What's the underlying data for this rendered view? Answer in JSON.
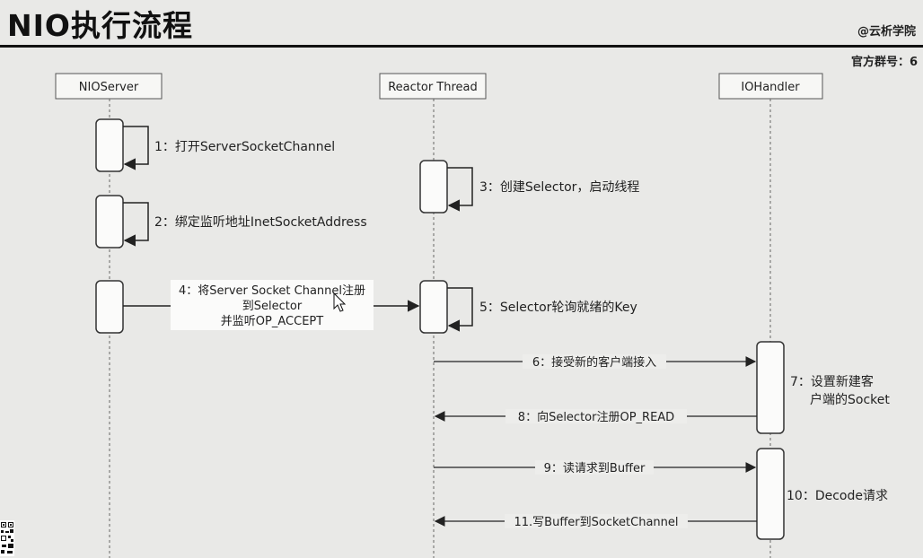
{
  "header": {
    "title": "NIO执行流程",
    "brand": "@云析学院",
    "group": "官方群号：6"
  },
  "diagram": {
    "lifelines": [
      {
        "id": "nio",
        "label": "NIOServer"
      },
      {
        "id": "reactor",
        "label": "Reactor Thread"
      },
      {
        "id": "io",
        "label": "IOHandler"
      }
    ],
    "self_calls": [
      {
        "id": "s1",
        "label": "1：打开ServerSocketChannel"
      },
      {
        "id": "s2",
        "label": "2：绑定监听地址InetSocketAddress"
      },
      {
        "id": "s3",
        "label": "3：创建Selector，启动线程"
      },
      {
        "id": "s5",
        "label": "5：Selector轮询就绪的Key"
      }
    ],
    "message4": {
      "lines": [
        "4：将Server Socket Channel注册",
        "到Selector",
        "并监听OP_ACCEPT"
      ]
    },
    "messages": [
      {
        "id": "m6",
        "label": "6：接受新的客户端接入"
      },
      {
        "id": "m8",
        "label": "8：向Selector注册OP_READ"
      },
      {
        "id": "m9",
        "label": "9：读请求到Buffer"
      },
      {
        "id": "m11",
        "label": "11.写Buffer到SocketChannel"
      }
    ],
    "notes": [
      {
        "id": "n7",
        "lines": [
          "7：设置新建客",
          "户端的Socket"
        ]
      },
      {
        "id": "n10",
        "lines": [
          "10：Decode请求"
        ]
      }
    ]
  }
}
